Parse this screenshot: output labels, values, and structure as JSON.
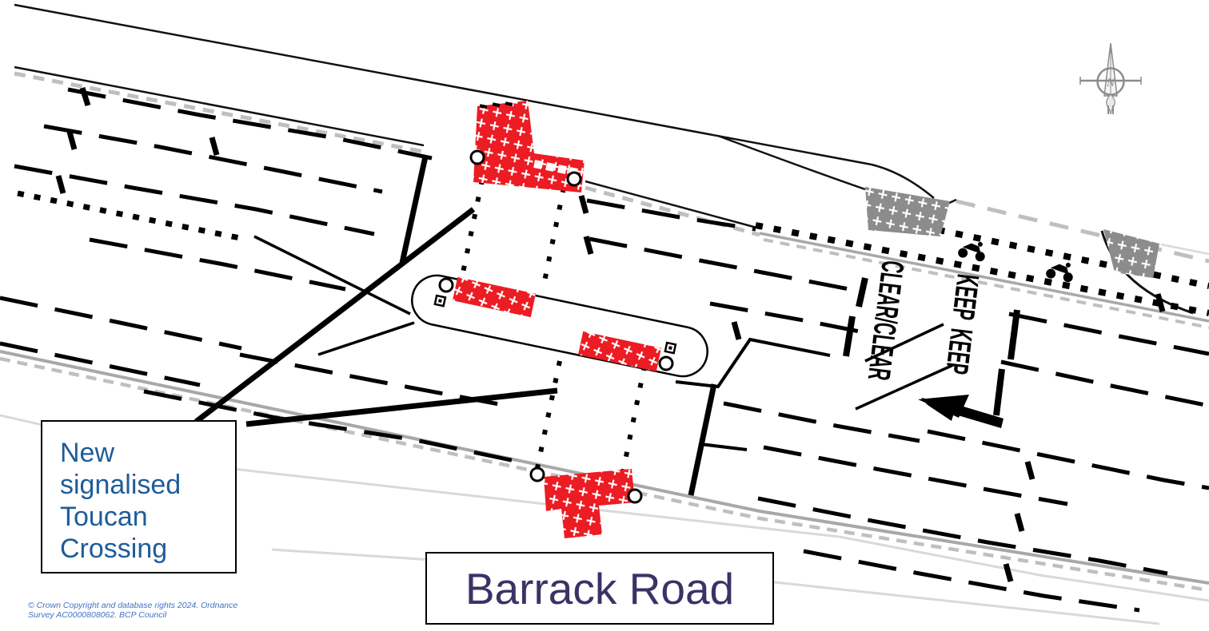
{
  "plan": {
    "type": "traffic-scheme-plan",
    "labels": {
      "crossing_note": {
        "lines": [
          "New",
          "signalised",
          "Toucan",
          "Crossing"
        ],
        "color": "#1F5C99"
      },
      "road_name": {
        "text": "Barrack Road",
        "color": "#3A3366"
      },
      "copyright": {
        "line1": "© Crown Copyright and database rights 2024. Ordnance",
        "line2": "Survey AC0000808062. BCP Council",
        "color": "#4472C4"
      }
    },
    "road_markings": {
      "keep_clear": {
        "keep1": "KEEP",
        "keep2": "KEEP",
        "clear": "CLEAR/CLEAR"
      }
    },
    "compass": {
      "letter": "N"
    },
    "colors": {
      "tactile_red": "#EC1C24",
      "tactile_grey": "#8C8C8C",
      "kerb_grey": "#A8A8A8",
      "dash_grey": "#BFBFBF",
      "faint_grey": "#D9D9D9",
      "line_black": "#000000"
    },
    "icons": {
      "compass": "north-arrow-icon",
      "cyclist": "cyclist-icon",
      "turn_arrow": "left-turn-arrow-marking"
    }
  }
}
